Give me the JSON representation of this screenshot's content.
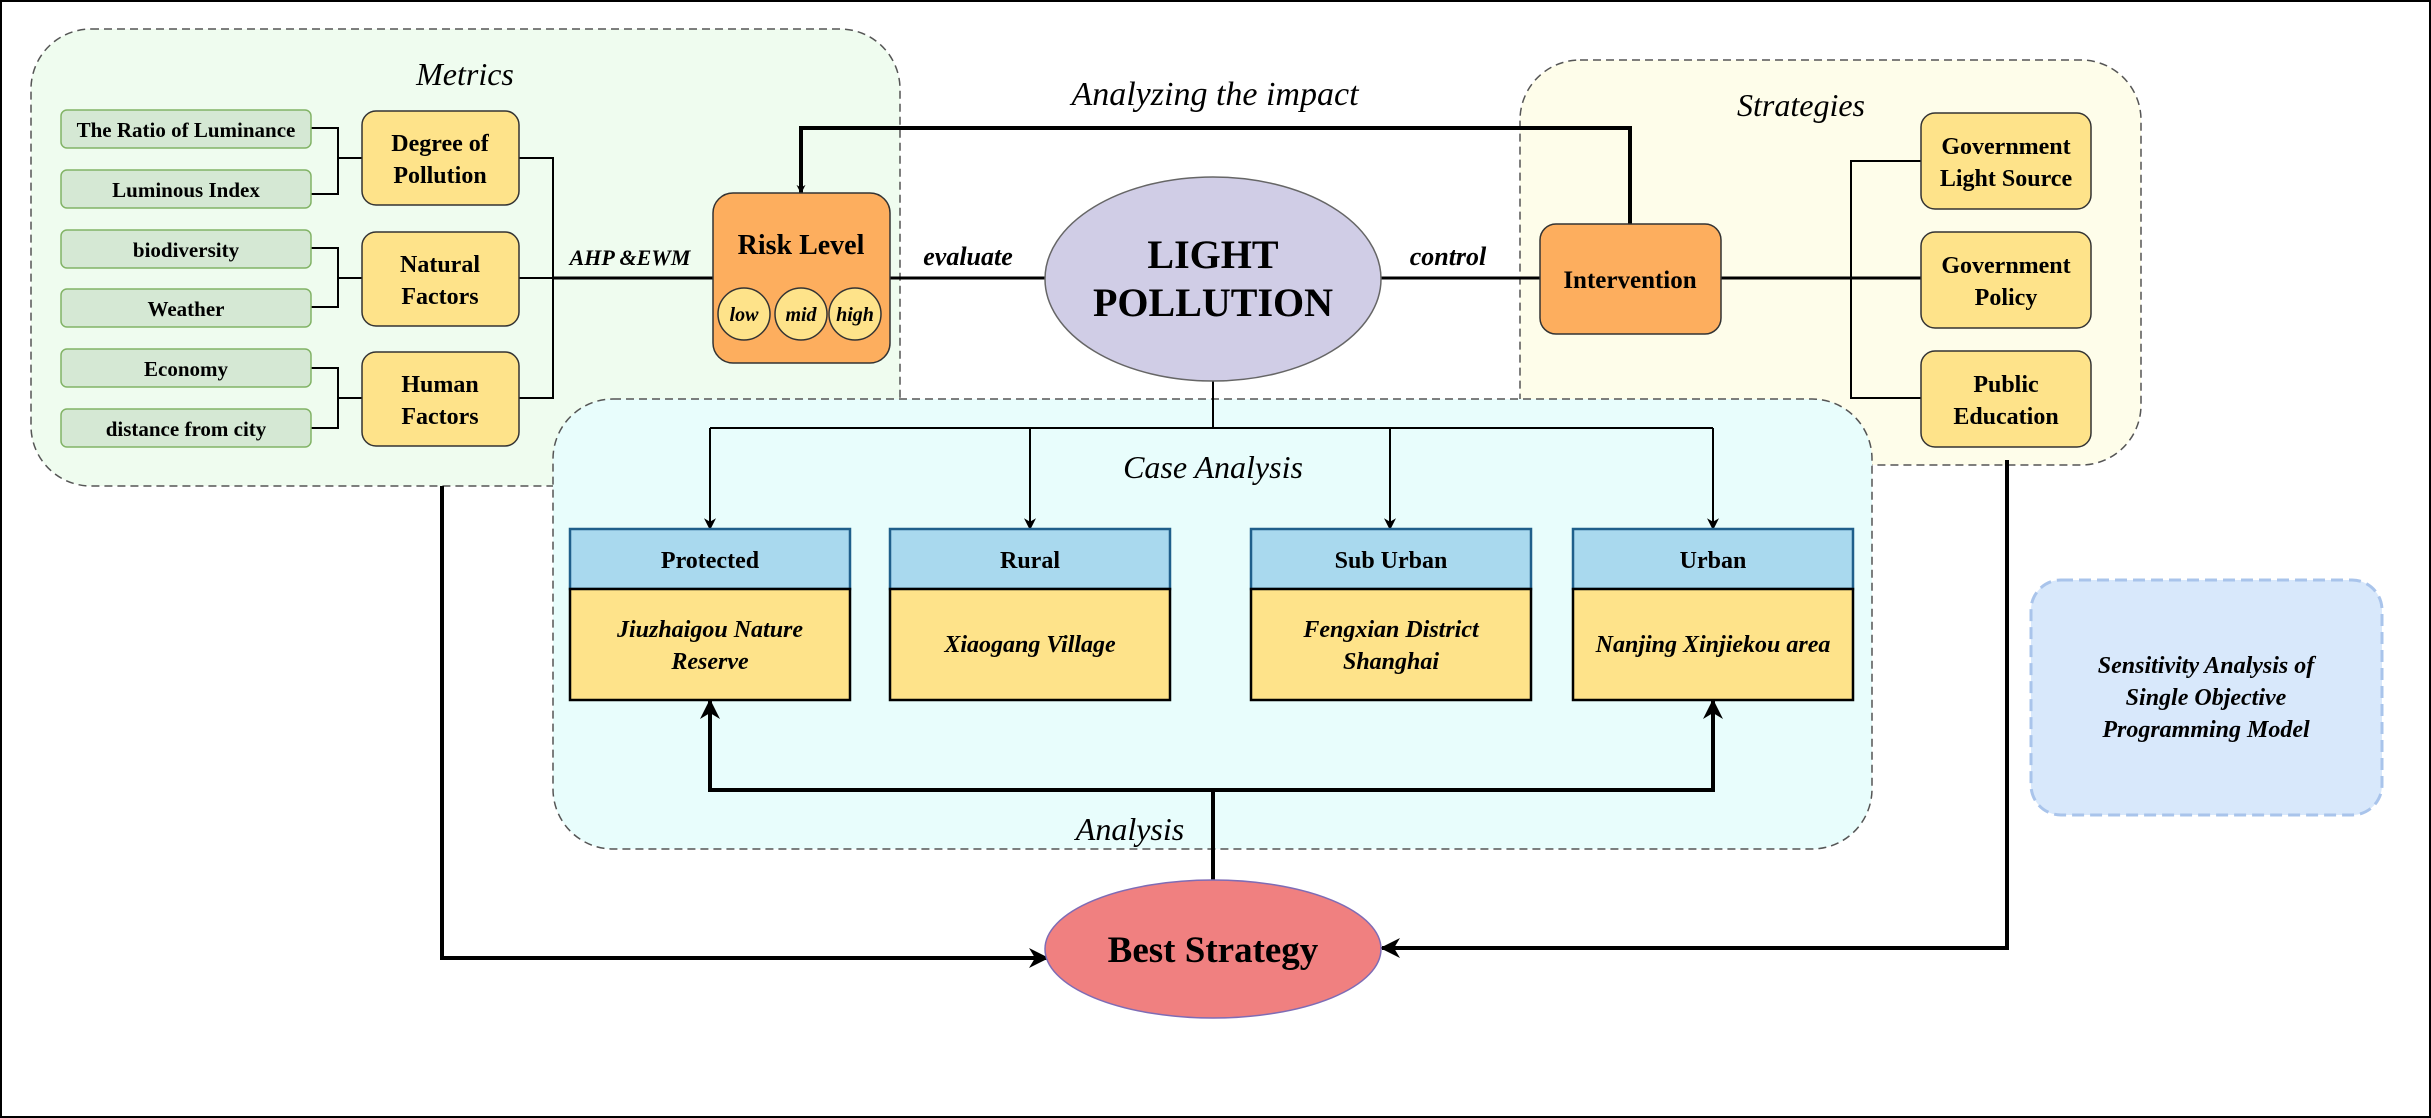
{
  "metrics": {
    "title": "Metrics",
    "indicators": [
      "The Ratio of Luminance",
      "Luminous Index",
      "biodiversity",
      "Weather",
      "Economy",
      "distance from city"
    ],
    "factors": [
      [
        "Degree of",
        "Pollution"
      ],
      [
        "Natural",
        "Factors"
      ],
      [
        "Human",
        "Factors"
      ]
    ],
    "method_label": "AHP &EWM"
  },
  "risk": {
    "title": "Risk Level",
    "levels": [
      "low",
      "mid",
      "high"
    ]
  },
  "center": {
    "line1": "LIGHT",
    "line2": "POLLUTION",
    "evaluate_label": "evaluate",
    "control_label": "control",
    "impact_label": "Analyzing the impact"
  },
  "strategies": {
    "title": "Strategies",
    "intervention": "Intervention",
    "items": [
      [
        "Government",
        "Light Source"
      ],
      [
        "Government",
        "Policy"
      ],
      [
        "Public",
        "Education"
      ]
    ]
  },
  "case_analysis": {
    "title": "Case Analysis",
    "analysis_label": "Analysis",
    "cases": [
      {
        "header": "Protected",
        "body": [
          "Jiuzhaigou Nature",
          "Reserve"
        ]
      },
      {
        "header": "Rural",
        "body": [
          "Xiaogang Village"
        ]
      },
      {
        "header": "Sub Urban",
        "body": [
          "Fengxian District",
          "Shanghai"
        ]
      },
      {
        "header": "Urban",
        "body": [
          "Nanjing Xinjiekou area"
        ]
      }
    ]
  },
  "best_strategy": "Best Strategy",
  "sensitivity": [
    "Sensitivity Analysis of",
    "Single Objective",
    "Programming Model"
  ],
  "colors": {
    "metrics_bg": "#effcef",
    "strategies_bg": "#fefdea",
    "case_bg": "#e8fdfc",
    "indicator_fill": "#d5e8d4",
    "indicator_stroke": "#82b366",
    "factor_fill": "#fee38a",
    "risk_fill": "#fdae5e",
    "center_fill": "#d0cde6",
    "case_header_fill": "#a9d9ee",
    "case_body_fill": "#fee38a",
    "best_fill": "#f08080",
    "sensitivity_fill": "#d8e8fb",
    "sensitivity_stroke": "#a9c4eb"
  }
}
